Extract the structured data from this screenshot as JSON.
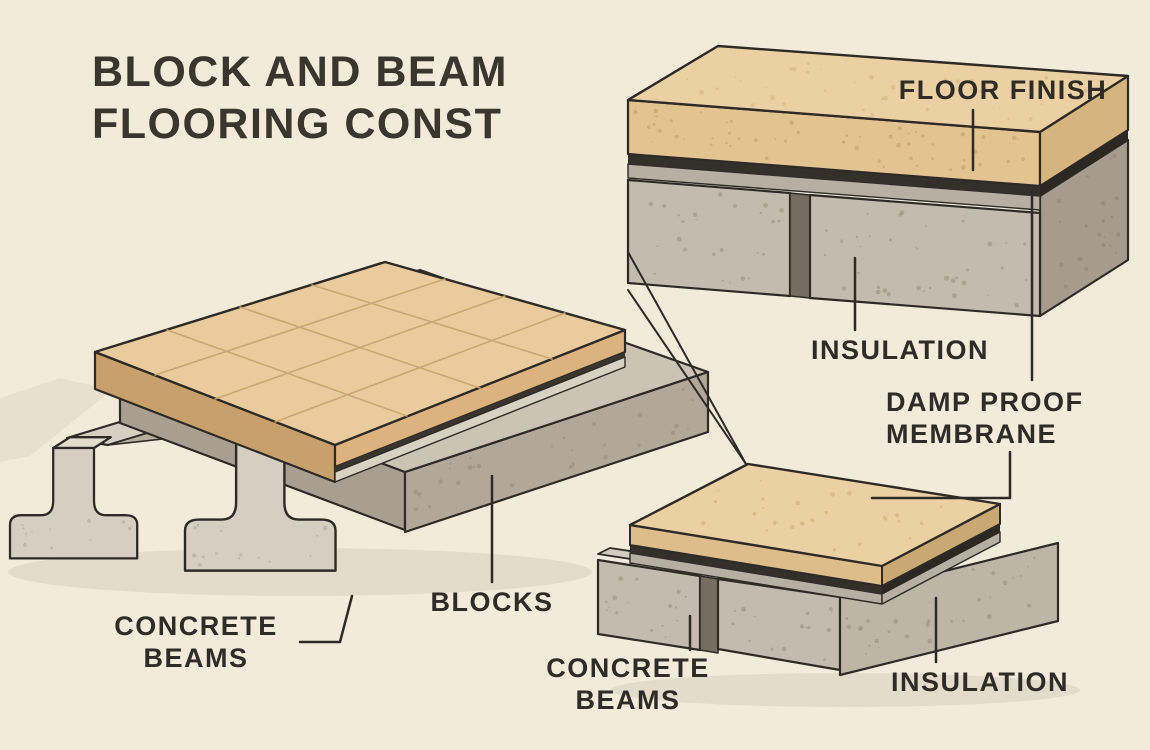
{
  "title": {
    "line1": "BLOCK AND BEAM",
    "line2": "FLOORING CONST"
  },
  "labels": {
    "floor_finish": "FLOOR FINISH",
    "insulation_detail": "INSULATION",
    "damp_proof_line1": "DAMP PROOF",
    "damp_proof_line2": "MEMBRANE",
    "blocks": "BLOCKS",
    "concrete_beams_main_line1": "CONCRETE",
    "concrete_beams_main_line2": "BEAMS",
    "concrete_beams_detail_line1": "CONCRETE",
    "concrete_beams_detail_line2": "BEAMS",
    "insulation_detail_small": "INSULATION"
  },
  "colors": {
    "background": "#f2ebd9",
    "floor_finish_tan": "#e9cb9d",
    "floor_finish_edge": "#dcb27e",
    "concrete_gray": "#cbc3b4",
    "concrete_shadow": "#b2a899",
    "membrane_dark": "#34302a",
    "outline_ink": "#2e2a26",
    "label_text": "#2f2b26"
  }
}
